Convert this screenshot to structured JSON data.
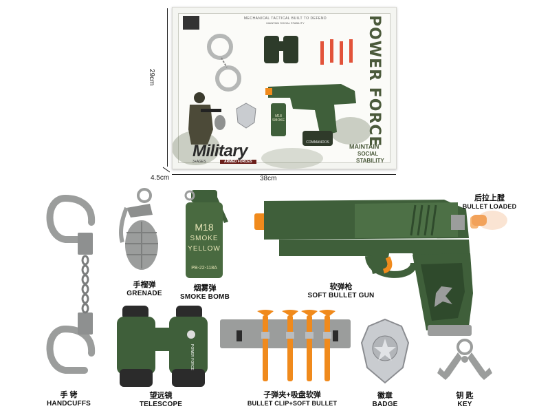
{
  "dimensions": {
    "height": "29cm",
    "depth": "4.5cm",
    "width": "38cm"
  },
  "package": {
    "header_text": "MECHANICAL TACTICAL BUILT TO DEFEND",
    "sub_header": "MAINTAIN SOCIAL STABILITY",
    "side_title": "POWER FORCE",
    "slogan_1": "MAINTAIN",
    "slogan_2": "SOCIAL",
    "slogan_3": "STABILITY",
    "brand": "Military",
    "brand_sub": "ARMED FORCES",
    "age": "3+AGES",
    "commandos": "COMMANDOS",
    "bomb_box_text": "M18 SMOKE"
  },
  "items": {
    "handcuffs": {
      "cn": "手 铐",
      "en": "HANDCUFFS"
    },
    "grenade": {
      "cn": "手榴弹",
      "en": "GRENADE"
    },
    "smoke_bomb": {
      "cn": "烟雾弹",
      "en": "SMOKE BOMB",
      "print_1": "M18",
      "print_2": "SMOKE",
      "print_3": "YELLOW",
      "code": "PB-22-118A"
    },
    "gun": {
      "cn": "软弹枪",
      "en": "SOFT BULLET GUN"
    },
    "bullet_loaded": {
      "cn": "后拉上膛",
      "en": "BULLET LOADED"
    },
    "telescope": {
      "cn": "望远镜",
      "en": "TELESCOPE",
      "print": "POWER FORCE"
    },
    "bullets": {
      "cn": "子弹夹+吸盘软弹",
      "en": "BULLET CLIP+SOFT BULLET"
    },
    "badge": {
      "cn": "徽章",
      "en": "BADGE"
    },
    "key": {
      "cn": "钥 匙",
      "en": "KEY"
    }
  },
  "colors": {
    "army_green": "#3f5f3a",
    "dark_green": "#2f4a2c",
    "grey_plastic": "#9b9d9c",
    "orange": "#f08a1c",
    "silver": "#c9ccd0"
  }
}
